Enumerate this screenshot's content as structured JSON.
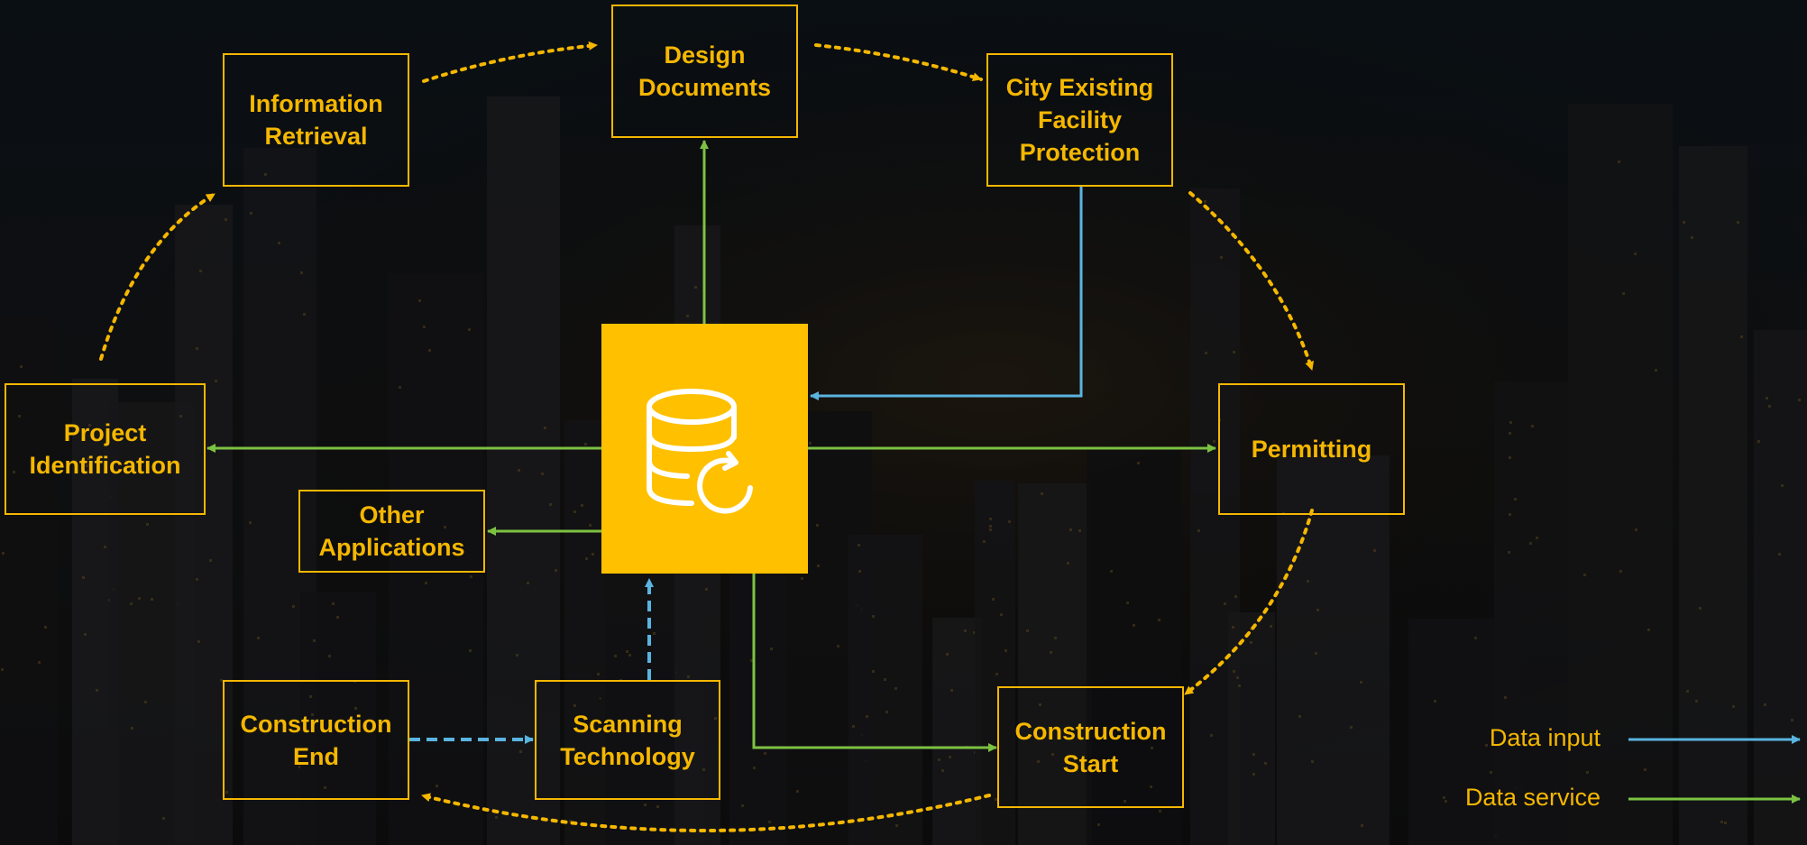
{
  "nodes": {
    "information_retrieval": "Information\nRetrieval",
    "design_documents": "Design\nDocuments",
    "city_existing_facility_protection": "City Existing\nFacility\nProtection",
    "project_identification": "Project\nIdentification",
    "other_applications": "Other\nApplications",
    "permitting": "Permitting",
    "construction_end": "Construction\nEnd",
    "scanning_technology": "Scanning\nTechnology",
    "construction_start": "Construction\nStart"
  },
  "hub": {
    "icon": "database-sync-icon"
  },
  "legend": {
    "data_input": "Data input",
    "data_service": "Data service"
  },
  "colors": {
    "accent": "#ffc000",
    "box_border": "#f5b700",
    "data_input": "#5ab4e0",
    "data_service": "#7cc242",
    "workflow": "#f5b700"
  }
}
